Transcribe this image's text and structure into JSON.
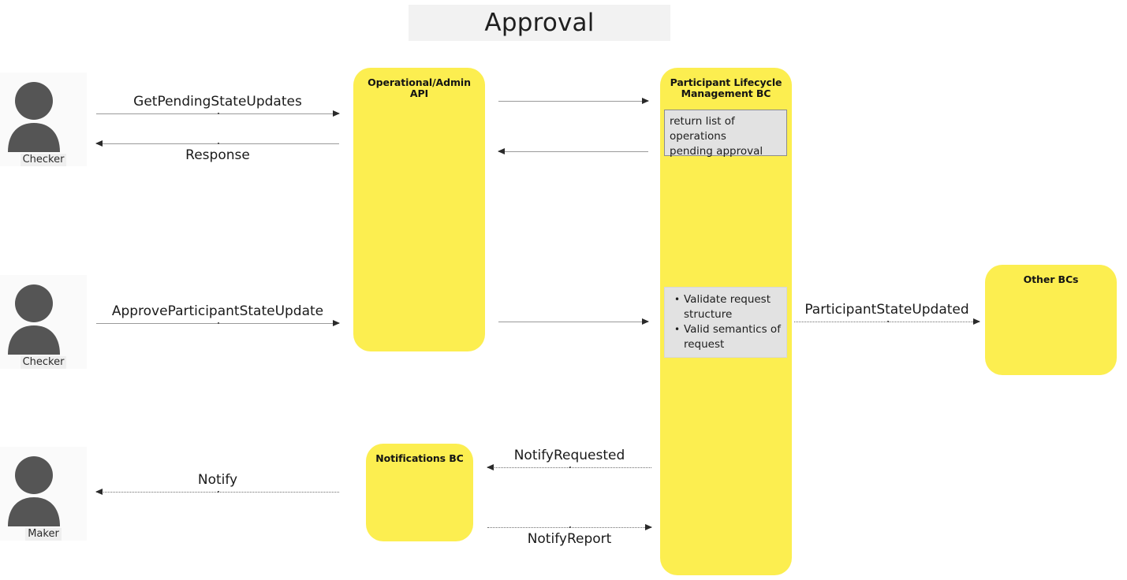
{
  "diagram": {
    "title": "Approval",
    "type": "sequence-diagram"
  },
  "actors": [
    {
      "name": "checker-top",
      "label": "Checker",
      "icon": "person-icon"
    },
    {
      "name": "checker-middle",
      "label": "Checker",
      "icon": "person-icon"
    },
    {
      "name": "maker-bottom",
      "label": "Maker",
      "icon": "person-icon"
    }
  ],
  "participants": [
    {
      "name": "operational-admin-api",
      "label": "Operational/Admin API",
      "color": "#fcee50"
    },
    {
      "name": "participant-lifecycle-management-bc",
      "label": "Participant Lifecycle Management BC",
      "label_line1": "Participant Lifecycle",
      "label_line2": "Management BC",
      "color": "#fcee50"
    },
    {
      "name": "notifications-bc",
      "label": "Notifications BC",
      "color": "#fcee50"
    },
    {
      "name": "other-bcs",
      "label": "Other BCs",
      "color": "#fcee50"
    }
  ],
  "notes": [
    {
      "name": "note-return-pending",
      "lines": [
        "return list of operations",
        "pending approval"
      ],
      "style": "plain"
    },
    {
      "name": "note-validation",
      "bullets": [
        "Validate request structure",
        "Valid semantics of request"
      ],
      "style": "bulleted"
    }
  ],
  "messages": [
    {
      "name": "get-pending-state-updates",
      "label": "GetPendingStateUpdates",
      "direction": "right",
      "style": "solid",
      "label_position": "above"
    },
    {
      "name": "api-to-bc-request-1",
      "label": "",
      "direction": "right",
      "style": "solid",
      "label_position": "above"
    },
    {
      "name": "response",
      "label": "Response",
      "direction": "left",
      "style": "solid",
      "label_position": "below"
    },
    {
      "name": "bc-to-api-response-1",
      "label": "",
      "direction": "left",
      "style": "solid",
      "label_position": "below"
    },
    {
      "name": "approve-participant-state-update",
      "label": "ApproveParticipantStateUpdate",
      "direction": "right",
      "style": "solid",
      "label_position": "above"
    },
    {
      "name": "api-to-bc-request-2",
      "label": "",
      "direction": "right",
      "style": "solid",
      "label_position": "above"
    },
    {
      "name": "participant-state-updated",
      "label": "ParticipantStateUpdated",
      "direction": "right",
      "style": "dotted",
      "label_position": "above"
    },
    {
      "name": "notify-requested",
      "label": "NotifyRequested",
      "direction": "left",
      "style": "dotted",
      "label_position": "above"
    },
    {
      "name": "notify",
      "label": "Notify",
      "direction": "left",
      "style": "dotted",
      "label_position": "above"
    },
    {
      "name": "notify-report",
      "label": "NotifyReport",
      "direction": "right",
      "style": "dotted",
      "label_position": "below"
    }
  ],
  "colors": {
    "participant_fill": "#fcee50",
    "note_fill": "#e2e2e2",
    "title_banner": "#f2f2f2",
    "actor_fill": "#555555",
    "line": "#9a9a9a"
  }
}
